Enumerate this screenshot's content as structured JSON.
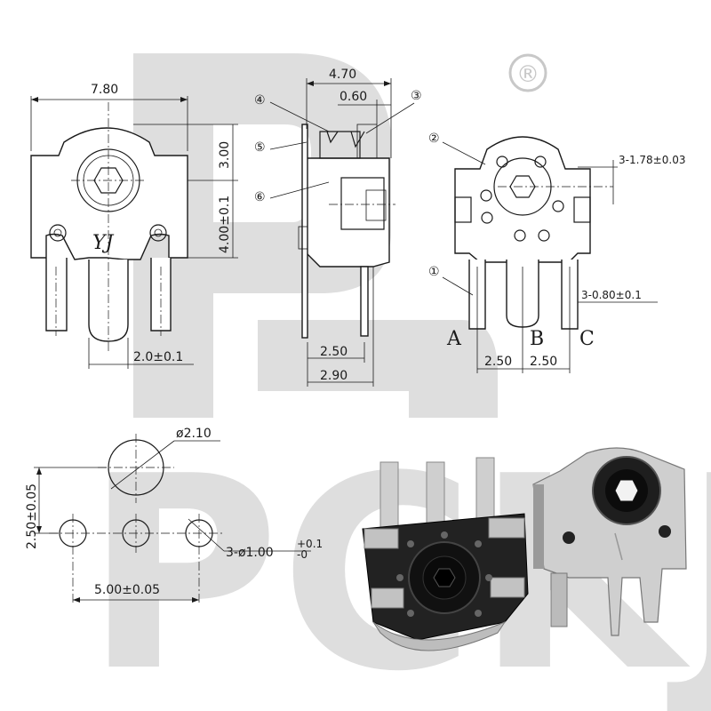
{
  "watermark": {
    "brand_text": "PCKJ",
    "registered_mark": "®"
  },
  "front_view": {
    "width_dim": "7.80",
    "top_dim": "3.00",
    "height_dim": "4.00±0.1",
    "pin_dim": "2.0±0.1",
    "marking": "YJ"
  },
  "side_view": {
    "depth_dim": "4.70",
    "shaft_dim": "0.60",
    "pin_offset_dim": "2.50",
    "base_dim": "2.90",
    "callouts": [
      "④",
      "③",
      "⑤",
      "⑥"
    ]
  },
  "back_view": {
    "mount_pin_dim": "3-1.78±0.03",
    "pin_width_dim": "3-0.80±0.1",
    "pitch_left": "2.50",
    "pitch_right": "2.50",
    "pin_labels": [
      "A",
      "B",
      "C"
    ],
    "callouts": [
      "②",
      "①"
    ]
  },
  "footprint": {
    "large_hole_dim": "ø2.10",
    "vertical_dim": "2.50±0.05",
    "horizontal_dim": "5.00±0.05",
    "small_holes_dim": "3-ø1.00",
    "tolerance_upper": "+0.1",
    "tolerance_lower": "-0"
  },
  "colors": {
    "line": "#1a1a1a",
    "watermark": "#d4d4d4",
    "metal": "#c9c9c9",
    "plastic": "#1e1e1e"
  }
}
